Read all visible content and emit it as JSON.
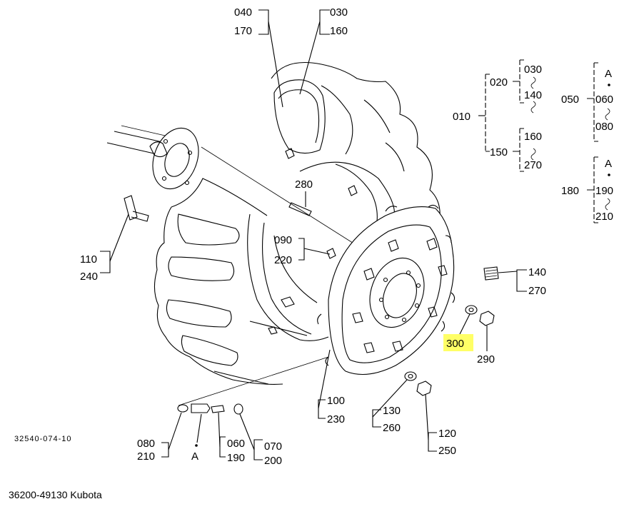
{
  "diagram": {
    "drawing_number": "32540-074-10",
    "caption": "36200-49130 Kubota",
    "highlight_color": "#ffff66",
    "callouts": {
      "c040": "040",
      "c170": "170",
      "c030": "030",
      "c160": "160",
      "c280": "280",
      "c090": "090",
      "c220": "220",
      "c110": "110",
      "c240": "240",
      "c140": "140",
      "c270": "270",
      "c300": "300",
      "c290": "290",
      "c100": "100",
      "c230": "230",
      "c130": "130",
      "c260": "260",
      "c120": "120",
      "c250": "250",
      "c080": "080",
      "c210": "210",
      "cA": "A",
      "c060": "060",
      "c190": "190",
      "c070": "070",
      "c200": "200"
    },
    "tree": {
      "t010": "010",
      "t020": "020",
      "t030": "030",
      "t140": "140",
      "t150": "150",
      "t160": "160",
      "t270": "270",
      "t050": "050",
      "tA1": "A",
      "t060": "060",
      "t080": "080",
      "t180": "180",
      "tA2": "A",
      "t190": "190",
      "t210": "210"
    }
  }
}
